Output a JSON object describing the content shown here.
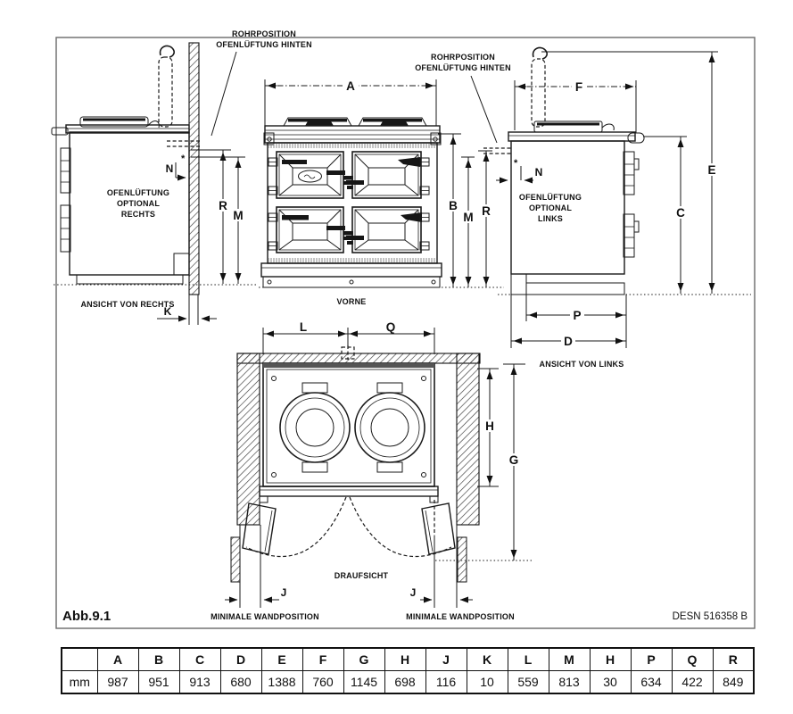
{
  "figure": {
    "caption": "Abb.9.1",
    "desn": "DESN 516358 B",
    "annotations": {
      "rohr1_line1": "ROHRPOSITION",
      "rohr1_line2": "OFENLÜFTUNG HINTEN",
      "rohr2_line1": "ROHRPOSITION",
      "rohr2_line2": "OFENLÜFTUNG HINTEN",
      "vent_right_line1": "OFENLÜFTUNG",
      "vent_right_line2": "OPTIONAL",
      "vent_right_line3": "RECHTS",
      "vent_left_line1": "OFENLÜFTUNG",
      "vent_left_line2": "OPTIONAL",
      "vent_left_line3": "LINKS",
      "view_right_caption": "ANSICHT VON RECHTS",
      "front_caption": "VORNE",
      "view_left_caption": "ANSICHT VON LINKS",
      "top_caption": "DRAUFSICHT",
      "min_wall_left": "MINIMALE WANDPOSITION",
      "min_wall_right": "MINIMALE WANDPOSITION",
      "star": "*"
    },
    "dims": {
      "A": "A",
      "B": "B",
      "C": "C",
      "D": "D",
      "E": "E",
      "F": "F",
      "G": "G",
      "H": "H",
      "J": "J",
      "K": "K",
      "L": "L",
      "M": "M",
      "N": "N",
      "P": "P",
      "Q": "Q",
      "R": "R"
    }
  },
  "table": {
    "unit": "mm",
    "headers": [
      "A",
      "B",
      "C",
      "D",
      "E",
      "F",
      "G",
      "H",
      "J",
      "K",
      "L",
      "M",
      "H",
      "P",
      "Q",
      "R"
    ],
    "values": [
      "987",
      "951",
      "913",
      "680",
      "1388",
      "760",
      "1145",
      "698",
      "116",
      "10",
      "559",
      "813",
      "30",
      "634",
      "422",
      "849"
    ]
  }
}
